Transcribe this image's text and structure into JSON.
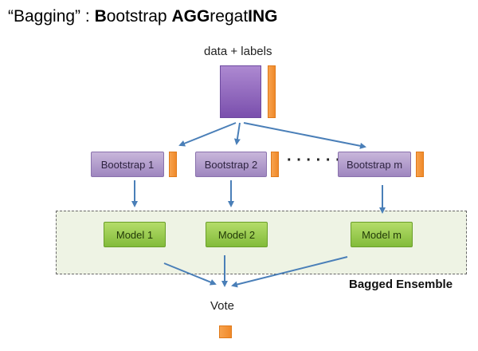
{
  "title": {
    "quote": "“Bagging” : ",
    "b1": "B",
    "part1": "ootstrap ",
    "b2": "AGG",
    "part2": "regat",
    "b3": "ING"
  },
  "data_label": "data + labels",
  "bootstraps": [
    "Bootstrap 1",
    "Bootstrap 2",
    "Bootstrap m"
  ],
  "dots": "· · · · · ·",
  "models": [
    "Model 1",
    "Model 2",
    "Model m"
  ],
  "ensemble_label": "Bagged Ensemble",
  "vote_label": "Vote",
  "colors": {
    "data": "#8a5fbf",
    "bootstrap": "#b3a0cf",
    "model": "#9acd50",
    "label_swatch": "#f5952f",
    "arrow": "#4a7fb8",
    "ensemble_bg": "#eef3e4"
  }
}
